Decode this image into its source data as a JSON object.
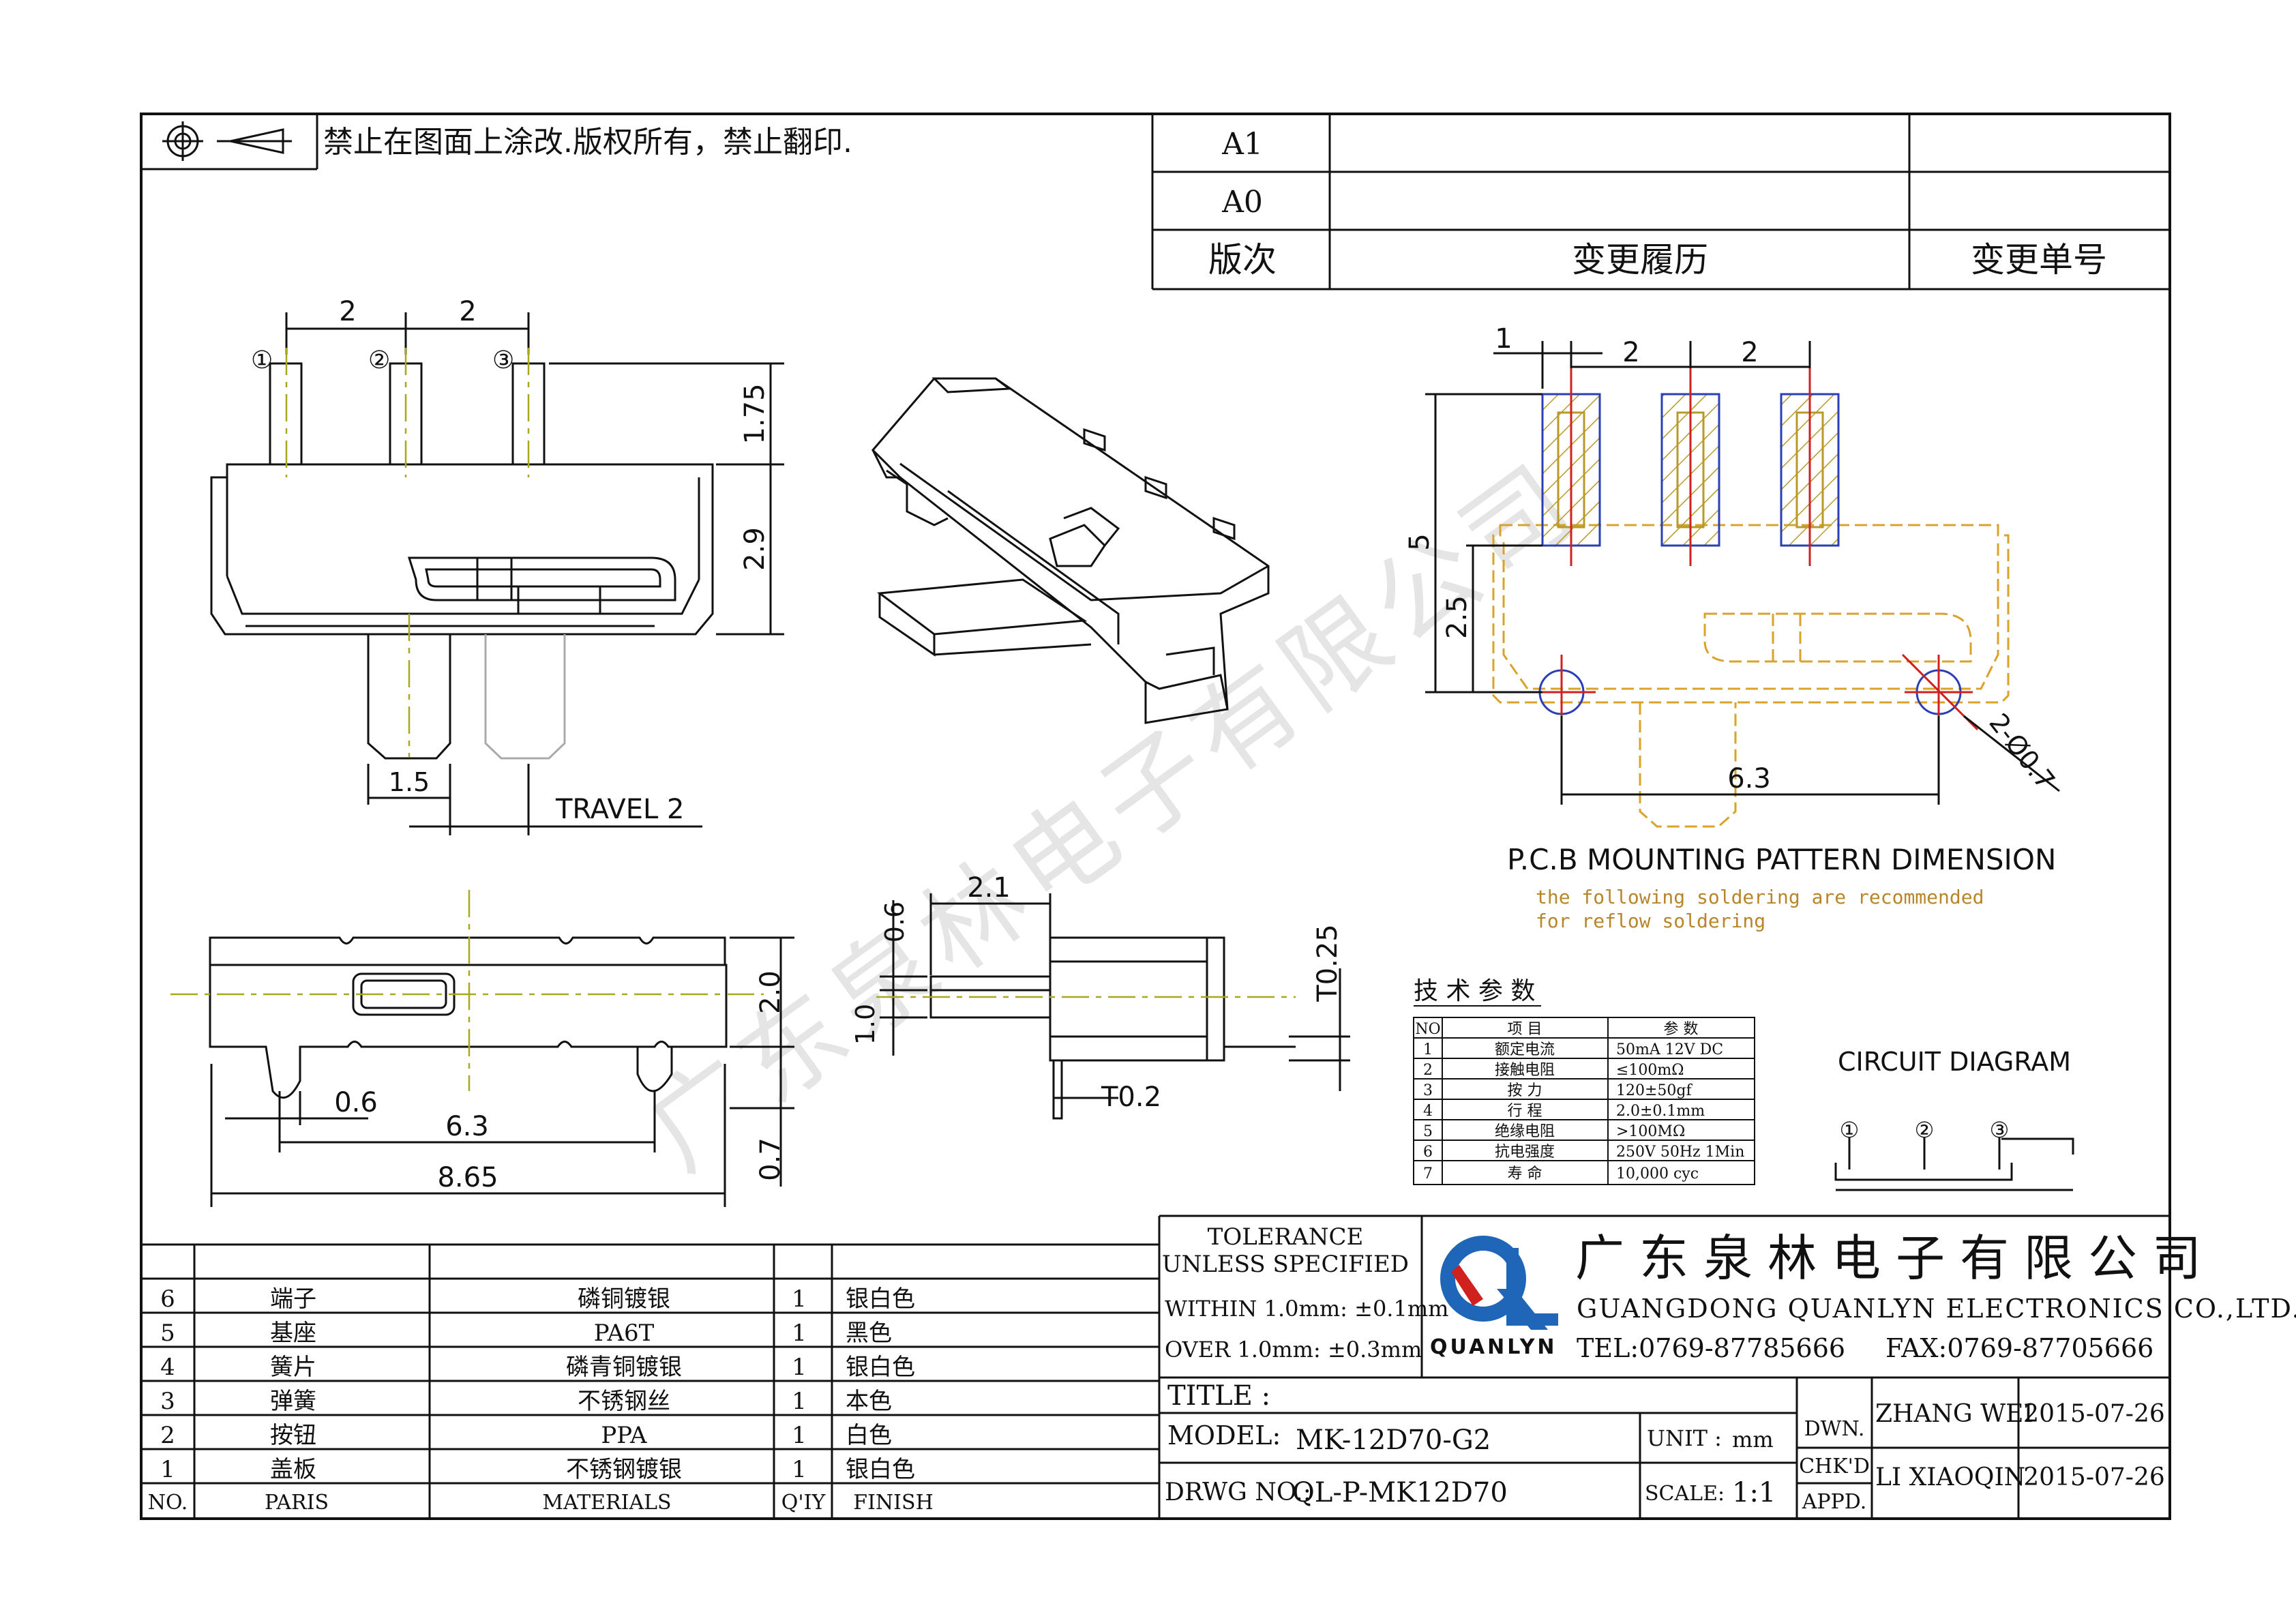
{
  "notice": "禁止在图面上涂改.版权所有，禁止翻印.",
  "revision_table": {
    "rows": [
      "A1",
      "A0"
    ],
    "headers": {
      "version": "版次",
      "history": "变更履历",
      "change_no": "变更单号"
    }
  },
  "dimensions": {
    "side_top_pitch": [
      "2",
      "2"
    ],
    "pin_labels": [
      "①",
      "②",
      "③"
    ],
    "side_height_pin": "1.75",
    "side_height_body": "2.9",
    "side_actuator_width": "1.5",
    "travel": "TRAVEL 2",
    "pcb_offset": "1",
    "pcb_pitch": [
      "2",
      "2"
    ],
    "pcb_height": "5",
    "pcb_height_body": "2.5",
    "pcb_spacing": "6.3",
    "pcb_hole": "2-Ø0.7",
    "bottom_height": "2.0",
    "bottom_lead": "0.6",
    "bottom_spacing": "6.3",
    "bottom_length": "8.65",
    "bottom_foot": "0.7",
    "end_length": "2.1",
    "end_thick_a": "0.6",
    "end_thick_b": "1.0",
    "end_t1": "T0.25",
    "end_t2": "T0.2"
  },
  "pcb_title": "P.C.B MOUNTING PATTERN DIMENSION",
  "pcb_note": [
    "the following soldering are recommended",
    "for reflow soldering"
  ],
  "tech_params": {
    "title": "技 术 参 数",
    "headers": [
      "NO",
      "项    目",
      "参    数"
    ],
    "rows": [
      [
        "1",
        "额定电流",
        "50mA 12V DC"
      ],
      [
        "2",
        "接触电阻",
        "≤100mΩ"
      ],
      [
        "3",
        "按    力",
        "120±50gf"
      ],
      [
        "4",
        "行    程",
        "2.0±0.1mm"
      ],
      [
        "5",
        "绝缘电阻",
        ">100MΩ"
      ],
      [
        "6",
        "抗电强度",
        "250V 50Hz 1Min"
      ],
      [
        "7",
        "寿    命",
        "10,000 cyc"
      ]
    ]
  },
  "circuit_title": "CIRCUIT DIAGRAM",
  "circuit_pins": [
    "①",
    "②",
    "③"
  ],
  "parts": {
    "headers": [
      "NO.",
      "PARIS",
      "MATERIALS",
      "Q'IY",
      "FINISH"
    ],
    "rows": [
      [
        "6",
        "端子",
        "磷铜镀银",
        "1",
        "银白色"
      ],
      [
        "5",
        "基座",
        "PA6T",
        "1",
        "黑色"
      ],
      [
        "4",
        "簧片",
        "磷青铜镀银",
        "1",
        "银白色"
      ],
      [
        "3",
        "弹簧",
        "不锈钢丝",
        "1",
        "本色"
      ],
      [
        "2",
        "按钮",
        "PPA",
        "1",
        "白色"
      ],
      [
        "1",
        "盖板",
        "不锈钢镀银",
        "1",
        "银白色"
      ]
    ]
  },
  "tolerance": {
    "title": [
      "TOLERANCE",
      "UNLESS SPECIFIED"
    ],
    "within": "WITHIN 1.0mm: ±0.1mm",
    "over": "OVER 1.0mm:  ±0.3mm"
  },
  "company": {
    "cn": "广东泉林电子有限公司",
    "en": "GUANGDONG QUANLYN ELECTRONICS CO.,LTD.",
    "tel": "TEL:0769-87785666",
    "fax": "FAX:0769-87705666",
    "logo_text": "QUANLYN",
    "brand_blue": "#1f66b8",
    "brand_red": "#d0211f"
  },
  "watermark": "广东泉林电子有限公司",
  "title_block": {
    "title_label": "TITLE :",
    "model_label": "MODEL:",
    "model": "MK-12D70-G2",
    "drwg_label": "DRWG NO.:",
    "drwg": "QL-P-MK12D70",
    "unit_label": "UNIT :",
    "unit": "mm",
    "scale_label": "SCALE:",
    "scale": "1:1",
    "dwn_label": "DWN.",
    "chk_label": "CHK'D",
    "appd_label": "APPD.",
    "drawn_by": "ZHANG WEI",
    "checked_by": "LI XIAOQIN",
    "date_drawn": "2015-07-26",
    "date_checked": "2015-07-26"
  }
}
